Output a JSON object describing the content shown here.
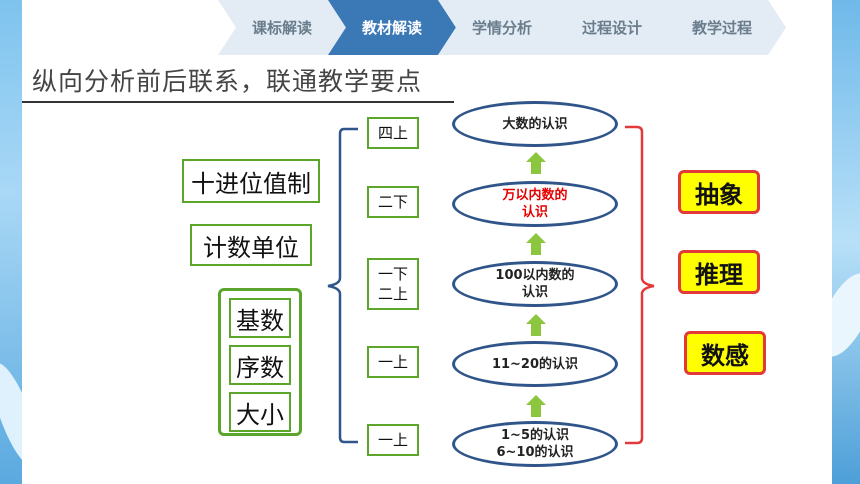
{
  "nav": {
    "tabs": [
      {
        "label": "课标解读",
        "active": false
      },
      {
        "label": "教材解读",
        "active": true
      },
      {
        "label": "学情分析",
        "active": false
      },
      {
        "label": "过程设计",
        "active": false
      },
      {
        "label": "教学过程",
        "active": false
      }
    ]
  },
  "slide": {
    "title": "纵向分析前后联系，联通教学要点",
    "concepts": {
      "decimal_system": "十进位值制",
      "counting_unit": "计数单位",
      "cardinal": "基数",
      "ordinal": "序数",
      "size": "大小"
    },
    "grades": {
      "g4_first": "四上",
      "g2_second": "二下",
      "g1_second": "一下",
      "g2_first": "二上",
      "g1_first_a": "一上",
      "g1_first_b": "一上"
    },
    "stages": {
      "large_numbers": "大数的认识",
      "within_10000_l1": "万以内数的",
      "within_10000_l2": "认识",
      "within_100_l1": "100以内数的",
      "within_100_l2": "认识",
      "range_11_20": "11~20的认识",
      "range_1_5": "1~5的认识",
      "range_6_10": "6~10的认识"
    },
    "competencies": {
      "abstraction": "抽象",
      "reasoning": "推理",
      "number_sense": "数感"
    }
  },
  "colors": {
    "accent_blue": "#3b78b6",
    "tab_inactive": "#e3ecf4",
    "green_border": "#5aa52a",
    "arrow_green": "#8cc63e",
    "oval_border": "#2f558a",
    "bracket_blue": "#2f558a",
    "bracket_red": "#e23a3a",
    "yellow_fill": "#ffff00",
    "highlight_red": "#e60000"
  }
}
